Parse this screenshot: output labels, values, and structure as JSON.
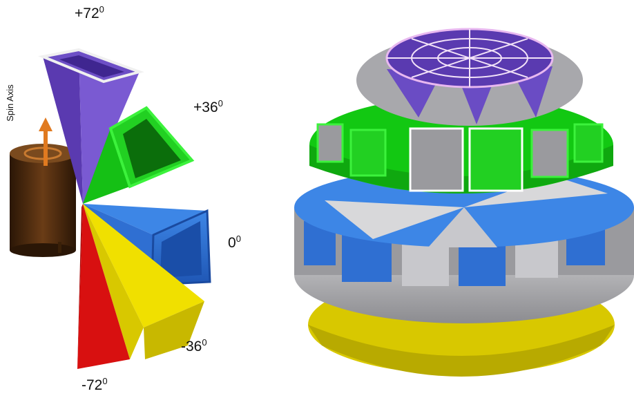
{
  "labels": {
    "spin_axis": "Spin Axis",
    "angles": [
      {
        "id": "p72",
        "value": "+72",
        "sup": "0"
      },
      {
        "id": "p36",
        "value": "+36",
        "sup": "0"
      },
      {
        "id": "z0",
        "value": "0",
        "sup": "0"
      },
      {
        "id": "m36",
        "value": "-36",
        "sup": "0"
      },
      {
        "id": "m72",
        "value": "-72",
        "sup": "0"
      }
    ]
  },
  "colors": {
    "plus72": "#6a4cc4",
    "plus36": "#12c812",
    "zero": "#2f6fd2",
    "minus36": "#f0e000",
    "minus72": "#d81010",
    "grey": "#a9a9ab",
    "motor": "#4a2a10",
    "arrow": "#e07a20"
  }
}
